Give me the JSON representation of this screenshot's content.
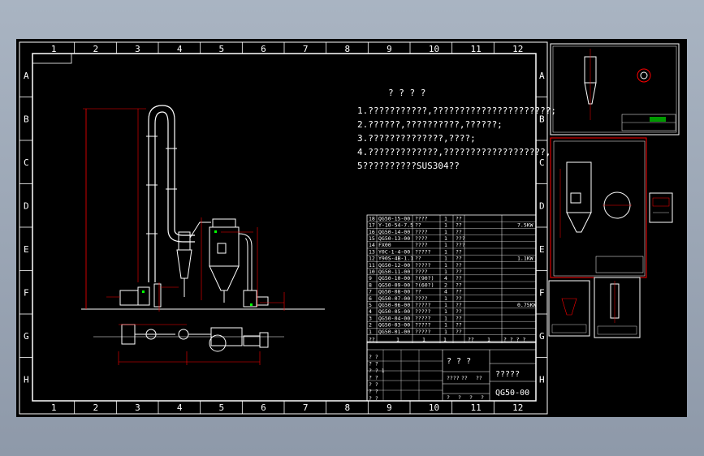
{
  "sheet": {
    "column_numbers": [
      "1",
      "2",
      "3",
      "4",
      "5",
      "6",
      "7",
      "8",
      "9",
      "10",
      "11",
      "12"
    ],
    "row_letters": [
      "A",
      "B",
      "C",
      "D",
      "E",
      "F",
      "G",
      "H"
    ]
  },
  "notes": {
    "heading": "? ? ? ?",
    "items": [
      "1.???????????,??????????????????????;",
      "2.??????,??????????,??????;",
      "3.??????????????,????;",
      "4.?????????????,???????????????????,",
      "5??????????SUS304??"
    ]
  },
  "bom": {
    "rows": [
      {
        "no": "18",
        "code": "QG50-15-00",
        "name": "????",
        "qty": "1",
        "mat": "??",
        "note": ""
      },
      {
        "no": "17",
        "code": "Y-10-54-7.5",
        "name": "??",
        "qty": "1",
        "mat": "??",
        "note": "7.5KW"
      },
      {
        "no": "16",
        "code": "QG50-14-00",
        "name": "????",
        "qty": "1",
        "mat": "??",
        "note": ""
      },
      {
        "no": "15",
        "code": "QG50-13-00",
        "name": "????",
        "qty": "1",
        "mat": "???",
        "note": ""
      },
      {
        "no": "14",
        "code": "FX00",
        "name": "????",
        "qty": "1",
        "mat": "???",
        "note": ""
      },
      {
        "no": "13",
        "code": "Y0C-1-4-00",
        "name": "?????",
        "qty": "1",
        "mat": "??",
        "note": ""
      },
      {
        "no": "12",
        "code": "Y90S-4B-1.1",
        "name": "??",
        "qty": "1",
        "mat": "??",
        "note": "1.1KW"
      },
      {
        "no": "11",
        "code": "QG50-12-00",
        "name": "?????",
        "qty": "1",
        "mat": "??",
        "note": ""
      },
      {
        "no": "10",
        "code": "QG50-11-00",
        "name": "????",
        "qty": "1",
        "mat": "??",
        "note": ""
      },
      {
        "no": "9",
        "code": "QG50-10-00",
        "name": "?(90?)",
        "qty": "4",
        "mat": "??",
        "note": ""
      },
      {
        "no": "8",
        "code": "QG50-09-00",
        "name": "?(60?)",
        "qty": "2",
        "mat": "??",
        "note": ""
      },
      {
        "no": "7",
        "code": "QG50-08-00",
        "name": "??",
        "qty": "4",
        "mat": "??",
        "note": ""
      },
      {
        "no": "6",
        "code": "QG50-07-00",
        "name": "????",
        "qty": "1",
        "mat": "??",
        "note": ""
      },
      {
        "no": "5",
        "code": "QG50-06-00",
        "name": "?????",
        "qty": "1",
        "mat": "??",
        "note": "0.75KW"
      },
      {
        "no": "4",
        "code": "QG50-05-00",
        "name": "?????",
        "qty": "1",
        "mat": "??",
        "note": ""
      },
      {
        "no": "3",
        "code": "QG50-04-00",
        "name": "?????",
        "qty": "1",
        "mat": "??",
        "note": ""
      },
      {
        "no": "2",
        "code": "QG50-03-00",
        "name": "?????",
        "qty": "1",
        "mat": "??",
        "note": ""
      },
      {
        "no": "1",
        "code": "QG50-01-00",
        "name": "?????",
        "qty": "1",
        "mat": "??",
        "note": ""
      }
    ],
    "header_cells": [
      "??",
      "1",
      "1",
      "1",
      "??",
      "1",
      "? ? ? ?"
    ]
  },
  "title_block": {
    "center_title": "? ? ?",
    "name_placeholder": "?????",
    "drawing_code": "QG50-00",
    "scale_row": [
      "????",
      "??",
      "??"
    ],
    "bottom_row": [
      "?",
      "?",
      "?",
      "?"
    ],
    "left_rows": [
      "? ?",
      "? ?",
      "? ? 1",
      "? ?",
      "? ?",
      "? ?",
      "? ?"
    ]
  },
  "colors": {
    "background": "#000000",
    "frame": "#ffffff",
    "dimension": "#ff0000",
    "linework": "#ffffff",
    "accent": "#00ff00"
  }
}
